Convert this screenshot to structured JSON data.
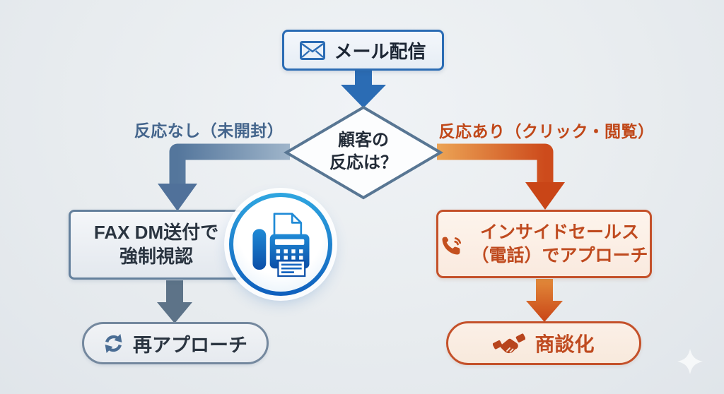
{
  "diagram": {
    "email_box": {
      "label": "メール配信"
    },
    "decision": {
      "line1": "顧客の",
      "line2": "反応は？"
    },
    "branch_left_label": "反応なし（未開封）",
    "branch_right_label": "反応あり（クリック・閲覧）",
    "fax_box": {
      "line1": "FAX DM送付で",
      "line2": "強制視認"
    },
    "sales_box": {
      "line1": "インサイドセールス",
      "line2": "（電話）でアプローチ"
    },
    "reapproach_pill": {
      "label": "再アプローチ"
    },
    "deal_pill": {
      "label": "商談化"
    }
  },
  "icons": {
    "envelope-icon": "outlined envelope in email box",
    "fax-icon": "blue fax machine inside circular badge",
    "phone-icon": "handset with sound waves",
    "refresh-icon": "two circular arrows",
    "handshake-icon": "two hands shaking",
    "sparkle-icon": "faint four-point star, bottom right"
  },
  "colors": {
    "background": "#e8ecef",
    "blue": "#2b6cb4",
    "blue_icon_top": "#1f8ad6",
    "blue_icon_bottom": "#0c4fa8",
    "steel_border": "#64809c",
    "steel_arrow_dark": "#54769c",
    "steel_arrow_light": "#9fb5ca",
    "steel_label_text": "#44658c",
    "dark_text": "#232c38",
    "orange_border": "#c4512a",
    "orange_arrow_dark": "#c94517",
    "orange_arrow_light": "#eca455",
    "orange_text": "#c04718",
    "diamond_border": "#587693",
    "box_bg_blue": "#eef3f9",
    "box_bg_gray": "#edf0f4",
    "box_bg_peach": "#fcf1e8"
  }
}
